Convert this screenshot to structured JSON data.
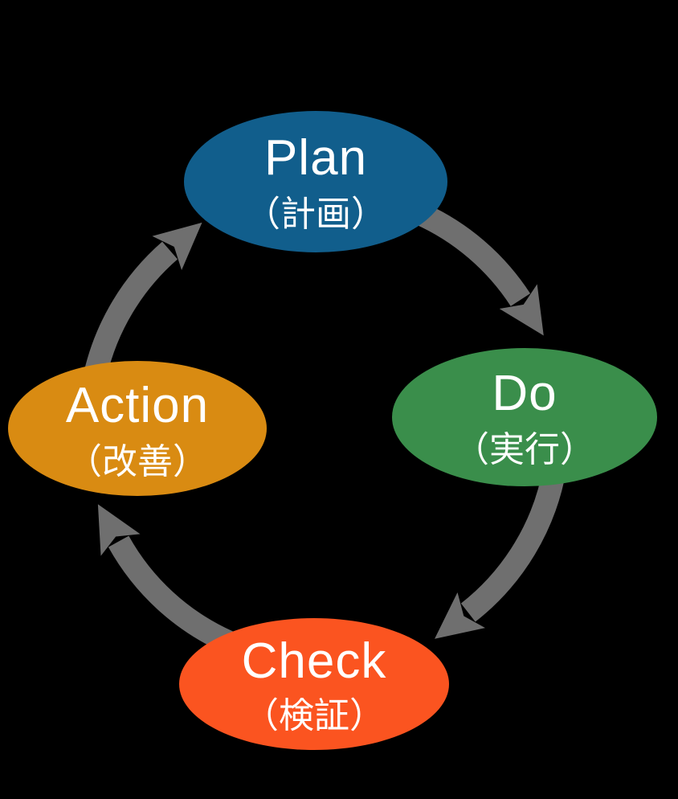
{
  "diagram": {
    "background_color": "#000000",
    "label_color": "#ffffff",
    "arrow_color": "#6f6f6f",
    "nodes": [
      {
        "label": "Plan",
        "sublabel": "（計画）",
        "color": "#115e8c",
        "position": "top"
      },
      {
        "label": "Do",
        "sublabel": "（実行）",
        "color": "#3a8e4b",
        "position": "right"
      },
      {
        "label": "Check",
        "sublabel": "（検証）",
        "color": "#fb5420",
        "position": "bottom"
      },
      {
        "label": "Action",
        "sublabel": "（改善）",
        "color": "#d98b12",
        "position": "left"
      }
    ],
    "arrows": [
      {
        "from": "Plan",
        "to": "Do"
      },
      {
        "from": "Do",
        "to": "Check"
      },
      {
        "from": "Check",
        "to": "Action"
      },
      {
        "from": "Action",
        "to": "Plan"
      }
    ]
  }
}
